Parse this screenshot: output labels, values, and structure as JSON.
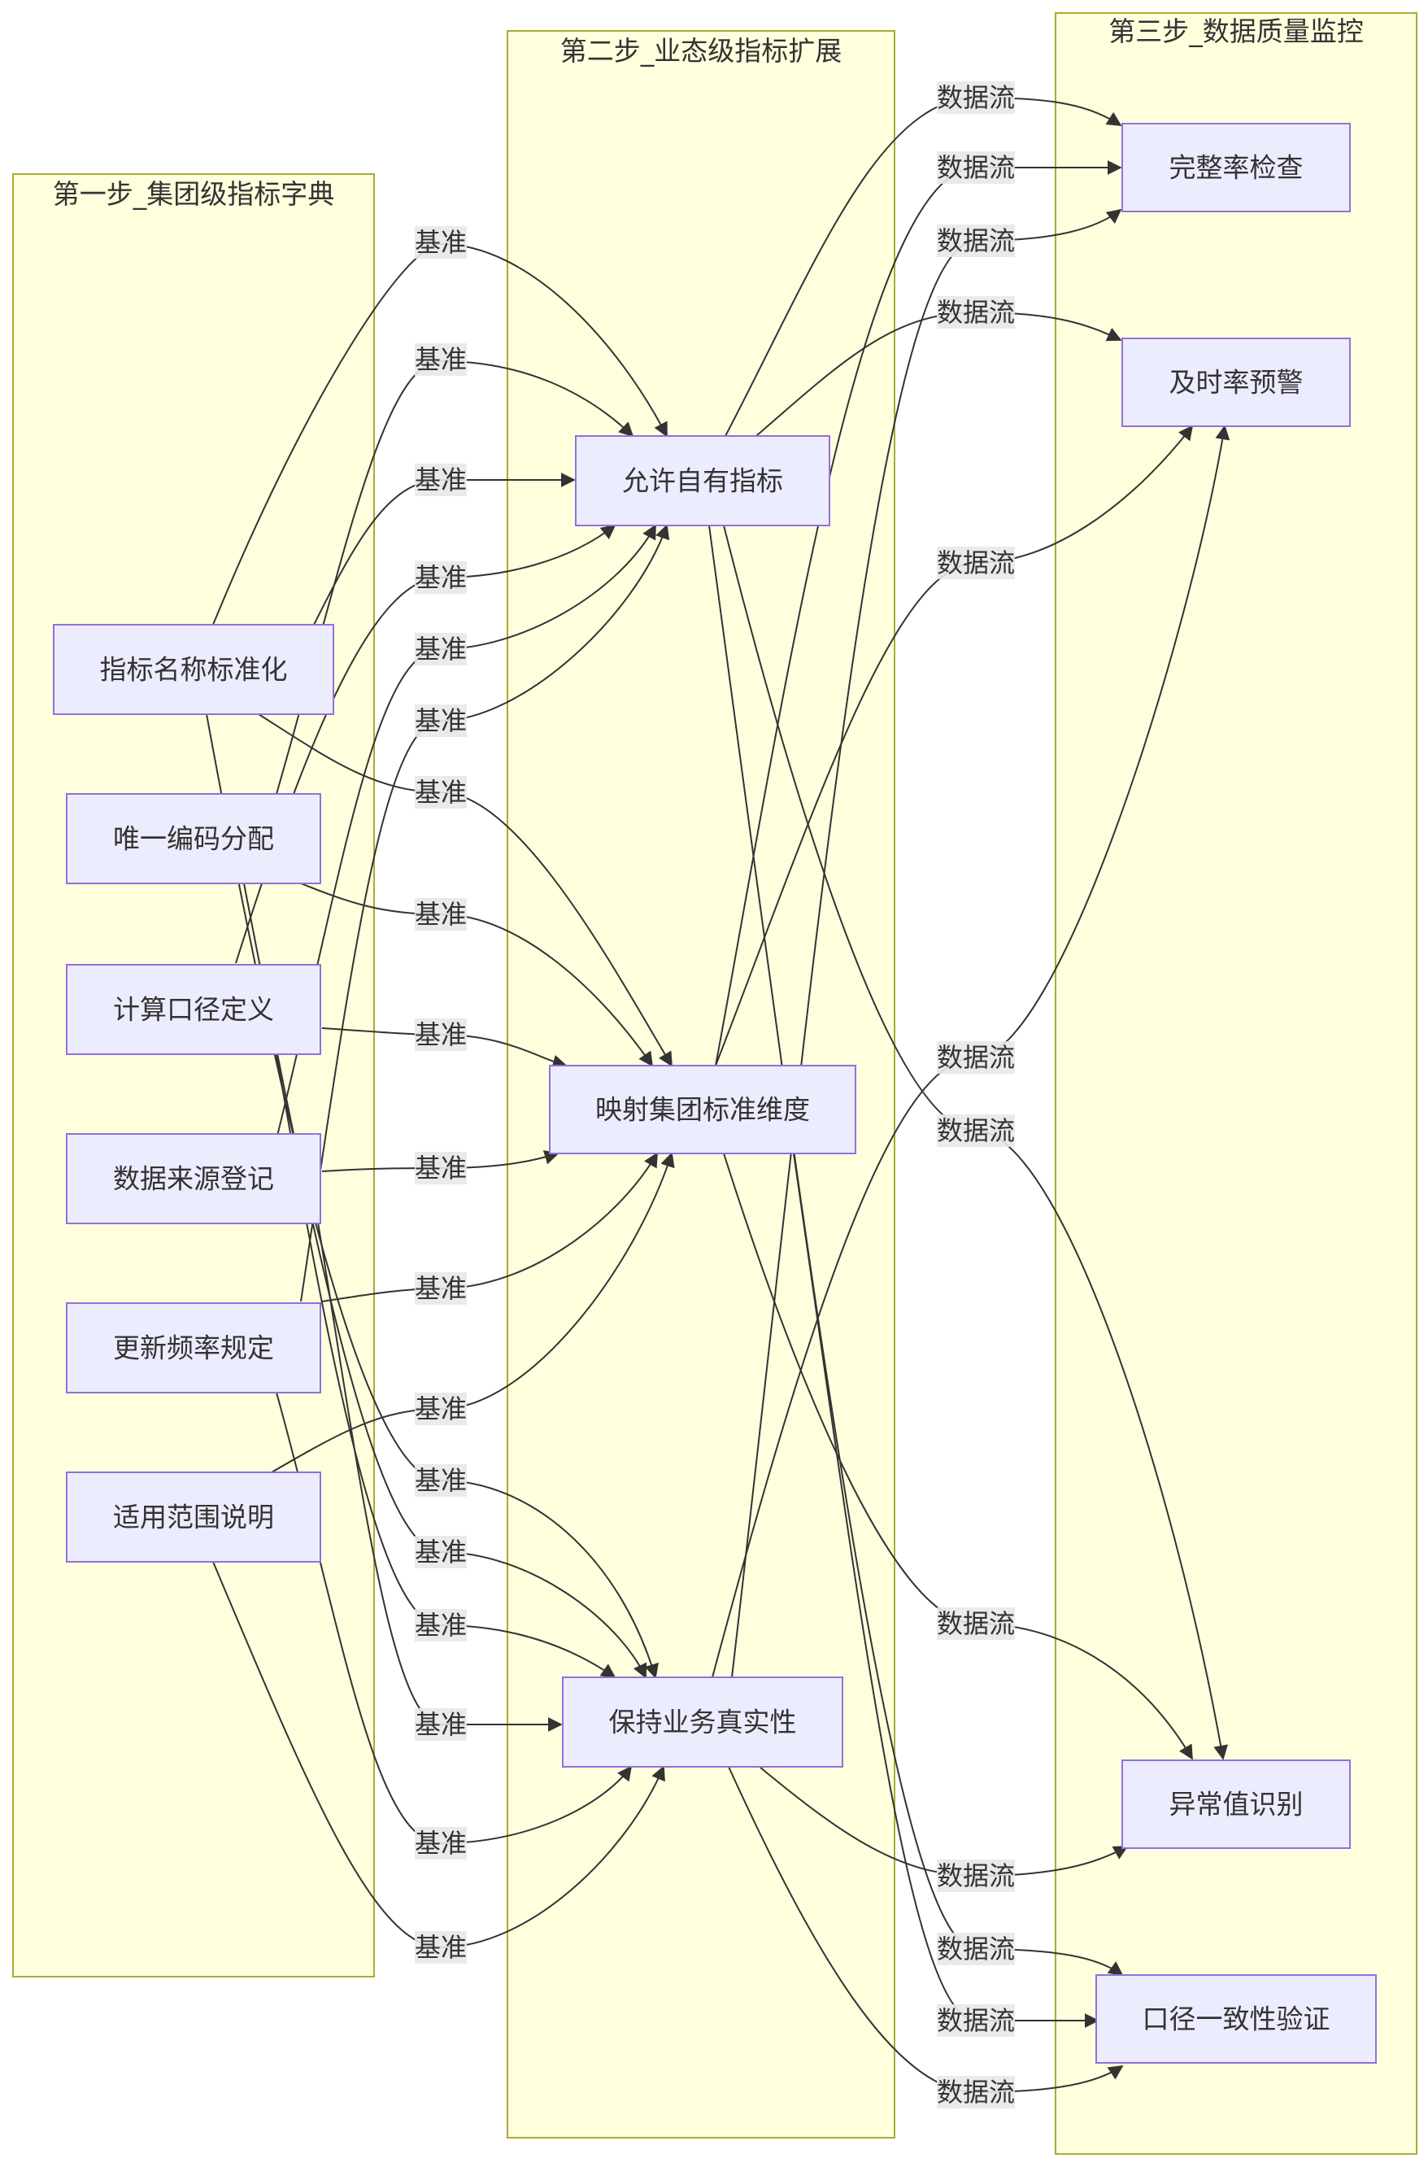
{
  "clusters": {
    "step1": {
      "title": "第一步_集团级指标字典"
    },
    "step2": {
      "title": "第二步_业态级指标扩展"
    },
    "step3": {
      "title": "第三步_数据质量监控"
    }
  },
  "nodes": {
    "n1": "指标名称标准化",
    "n2": "唯一编码分配",
    "n3": "计算口径定义",
    "n4": "数据来源登记",
    "n5": "更新频率规定",
    "n6": "适用范围说明",
    "m1": "允许自有指标",
    "m2": "映射集团标准维度",
    "m3": "保持业务真实性",
    "q1": "完整率检查",
    "q2": "及时率预警",
    "q3": "异常值识别",
    "q4": "口径一致性验证"
  },
  "edge_labels": {
    "base": "基准",
    "flow": "数据流"
  }
}
